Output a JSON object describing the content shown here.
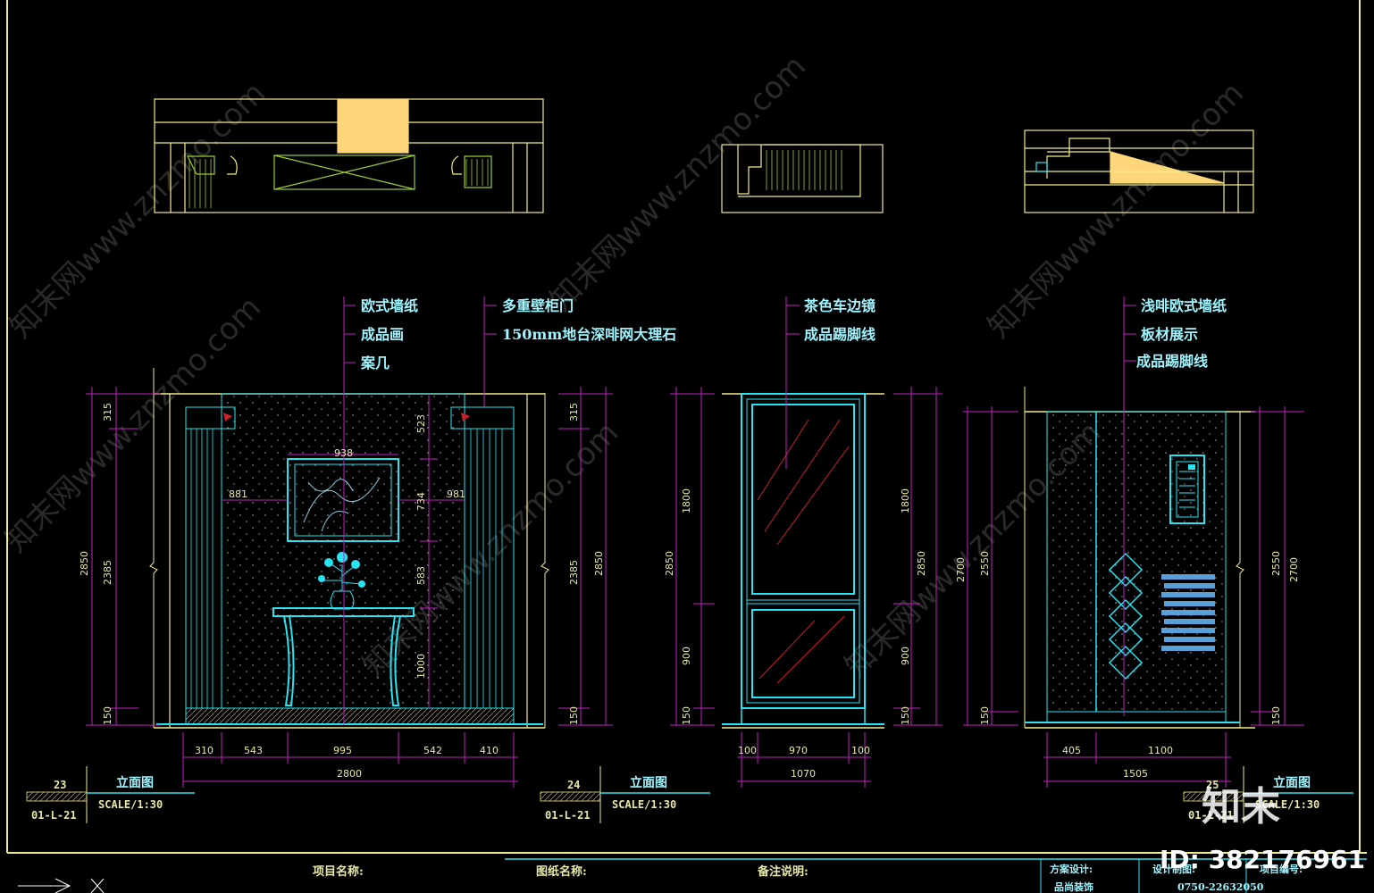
{
  "colors": {
    "background": "#000000",
    "frame": "#f2ec8a",
    "cyan": "#27e4f2",
    "magenta": "#c41fc4",
    "dimension": "#e8e8a8",
    "label": "#9ff5ff",
    "red": "#c8202a",
    "fill_block": "#ffd77a"
  },
  "watermark": {
    "text": "知末网www.znzmo.com"
  },
  "brand": {
    "logo": "知末",
    "id_text": "ID: 382176961"
  },
  "elevation_a": {
    "labels_left": [
      "欧式墙纸",
      "成品画",
      "案几"
    ],
    "labels_right": [
      "多重壁柜门",
      "150mm地台深啡网大理石"
    ],
    "left_dims": [
      "315",
      "2385",
      "150",
      "2850"
    ],
    "right_dims": [
      "315",
      "2385",
      "150",
      "2850"
    ],
    "inner_dims": [
      "523",
      "734",
      "583",
      "1000"
    ],
    "picture_dims": {
      "width": "938",
      "left": "881",
      "right": "981"
    },
    "bottom_dims": [
      "310",
      "543",
      "995",
      "542",
      "410"
    ],
    "total": "2800",
    "title": {
      "number": "23",
      "sheet": "01-L-21",
      "name": "立面图",
      "scale": "SCALE/1:30"
    }
  },
  "elevation_b": {
    "labels": [
      "茶色车边镜",
      "成品踢脚线"
    ],
    "left_dims": [
      "1800",
      "900",
      "150",
      "2850"
    ],
    "right_dims": [
      "1800",
      "900",
      "150",
      "2850"
    ],
    "bottom_dims": [
      "100",
      "970",
      "100"
    ],
    "total": "1070",
    "title": {
      "number": "24",
      "sheet": "01-L-21",
      "name": "立面图",
      "scale": "SCALE/1:30"
    }
  },
  "elevation_c": {
    "labels": [
      "浅啡欧式墙纸",
      "板材展示",
      "成品踢脚线"
    ],
    "left_dims": [
      "2700",
      "2550",
      "150"
    ],
    "right_dims": [
      "2550",
      "2700",
      "150"
    ],
    "bottom_dims": [
      "405",
      "1100"
    ],
    "total": "1505",
    "title": {
      "number": "25",
      "sheet": "01-L-21",
      "name": "立面图",
      "scale": "SCALE/1:30"
    }
  },
  "title_block": {
    "project_name": "项目名称:",
    "drawing_name": "图纸名称:",
    "remarks": "备注说明:",
    "f1": "方案设计:",
    "f2": "设计制图:",
    "f3": "项目编号:",
    "company": "品尚装饰",
    "phone": "0750-22632050"
  }
}
